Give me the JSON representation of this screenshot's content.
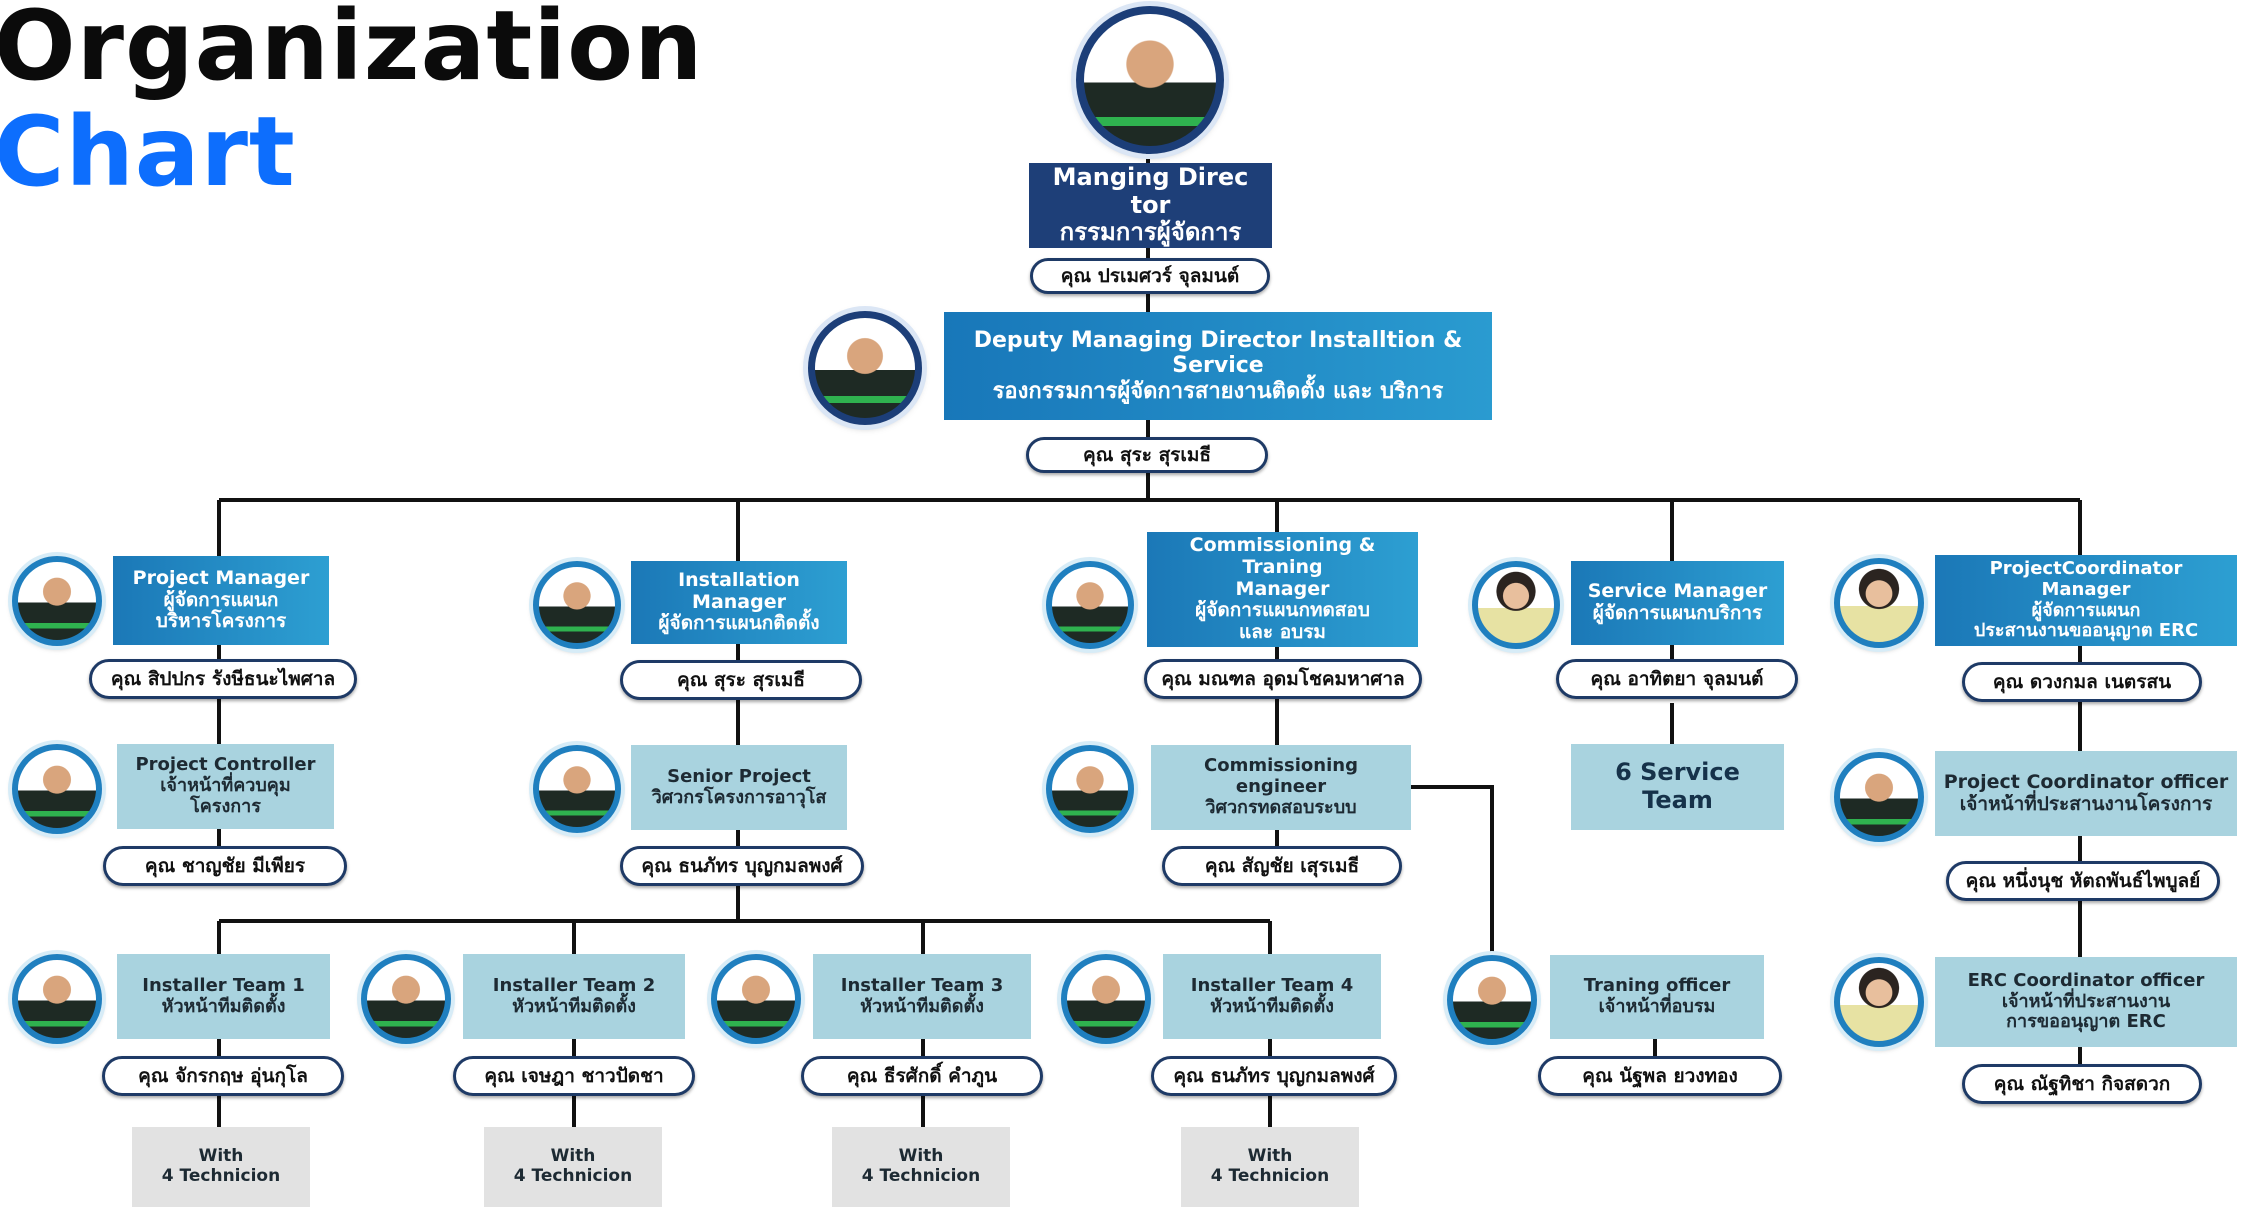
{
  "title_line1": "Organization",
  "title_line2": "Chart",
  "md": {
    "title_en": "Manging Direc tor",
    "title_th": "กรรมการผู้จัดการ",
    "name": "คุณ ปรเมศวร์ จุลมนต์"
  },
  "deputy": {
    "title_en": "Deputy Managing Director Installtion & Service",
    "title_th": "รองกรรมการผู้จัดการสายงานติดตั้ง และ บริการ",
    "name": "คุณ สุระ สุรเมธี"
  },
  "pm": {
    "title_en": "Project Manager",
    "title_th1": "ผู้จัดการแผนก",
    "title_th2": "บริหารโครงการ",
    "name": "คุณ สิปปกร รังษีธนะไพศาล"
  },
  "pc": {
    "title_en": "Project Controller",
    "title_th": "เจ้าหน้าที่ควบคุมโครงการ",
    "name": "คุณ ชาญชัย มีเพียร"
  },
  "im": {
    "title_en": "Installation Manager",
    "title_th": "ผู้จัดการแผนกติดตั้ง",
    "name": "คุณ สุระ สุรเมธี"
  },
  "sp": {
    "title_en": "Senior Project",
    "title_th": "วิศวกรโครงการอาวุโส",
    "name": "คุณ ธนภัทร บุญกมลพงศ์"
  },
  "cm": {
    "title_en1": "Commissioning & Traning",
    "title_en2": "Manager",
    "title_th1": "ผู้จัดการแผนกทดสอบ",
    "title_th2": "และ อบรม",
    "name": "คุณ มณฑล อุดมโชคมหาศาล"
  },
  "ce": {
    "title_en": "Commissioning engineer",
    "title_th": "วิศวกรทดสอบระบบ",
    "name": "คุณ สัญชัย เสุรเมธี"
  },
  "tro": {
    "title_en": "Traning officer",
    "title_th": "เจ้าหน้าที่อบรม",
    "name": "คุณ นัฐพล ยวงทอง"
  },
  "sm": {
    "title_en": "Service Manager",
    "title_th": "ผู้จัดการแผนกบริการ",
    "name": "คุณ อาทิตยา จุลมนต์"
  },
  "st": {
    "label": "6 Service Team"
  },
  "pcm": {
    "title_en": "ProjectCoordinator Manager",
    "title_th1": "ผู้จัดการแผนก",
    "title_th2": "ประสานงานขออนุญาต ERC",
    "name": "คุณ ดวงกมล เนตรสน"
  },
  "pco": {
    "title_en": "Project Coordinator officer",
    "title_th": "เจ้าหน้าที่ประสานงานโครงการ",
    "name": "คุณ หนึ่งนุช หัตถพันธ์ไพบูลย์"
  },
  "erc": {
    "title_en": "ERC Coordinator officer",
    "title_th1": "เจ้าหน้าที่ประสานงาน",
    "title_th2": "การขออนุญาต ERC",
    "name": "คุณ ณัฐทิชา กิจสดวก"
  },
  "installers": [
    {
      "title_en": "Installer Team 1",
      "title_th": "หัวหน้าทีมติดตั้ง",
      "name": "คุณ จักรกฤษ อุ่นกุโล",
      "with1": "With",
      "with2": "4 Technicion"
    },
    {
      "title_en": "Installer Team 2",
      "title_th": "หัวหน้าทีมติดตั้ง",
      "name": "คุณ เจษฎา ชาวปัดชา",
      "with1": "With",
      "with2": "4 Technicion"
    },
    {
      "title_en": "Installer Team 3",
      "title_th": "หัวหน้าทีมติดตั้ง",
      "name": "คุณ ธีรศักดิ์ คำภูน",
      "with1": "With",
      "with2": "4 Technicion"
    },
    {
      "title_en": "Installer Team 4",
      "title_th": "หัวหน้าทีมติดตั้ง",
      "name": "คุณ ธนภัทร บุญกมลพงศ์",
      "with1": "With",
      "with2": "4 Technicion"
    }
  ],
  "colors": {
    "navy": "#1e3f78",
    "blue": "#1f86c2",
    "pale": "#a9d3df",
    "grey": "#e2e2e2",
    "accent": "#0d6efd"
  }
}
